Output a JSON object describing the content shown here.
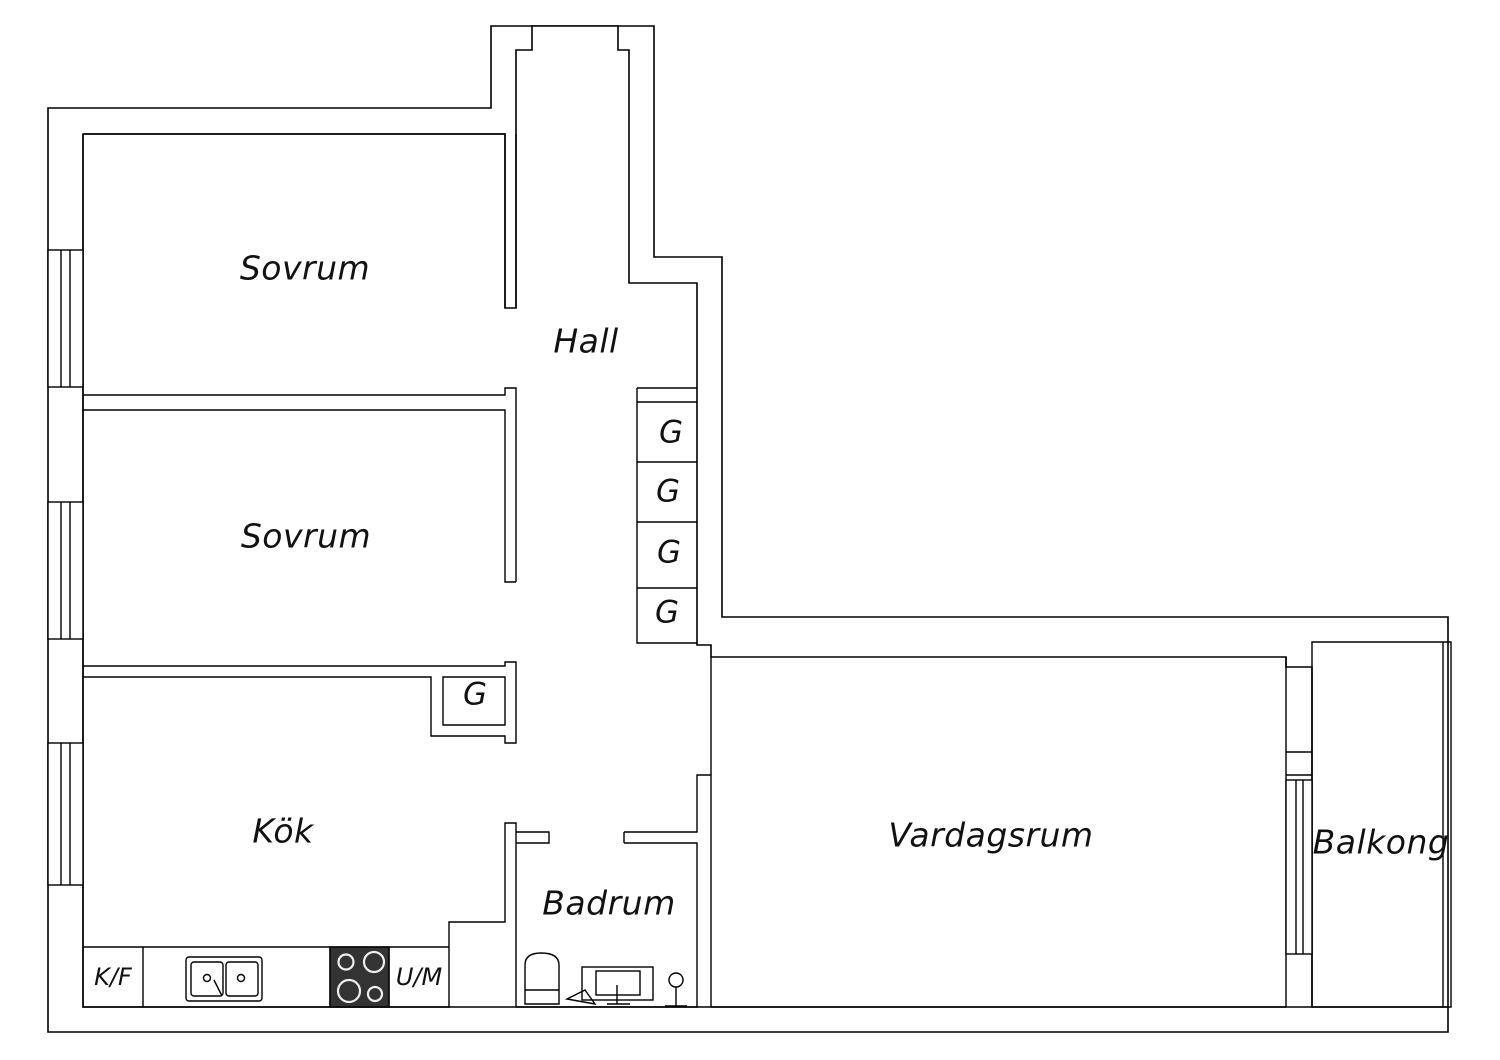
{
  "rooms": {
    "sovrum_1": "Sovrum",
    "sovrum_2": "Sovrum",
    "hall": "Hall",
    "kok": "Kök",
    "badrum": "Badrum",
    "vardagsrum": "Vardagsrum",
    "balkong": "Balkong"
  },
  "closets": {
    "g1": "G",
    "g2": "G",
    "g3": "G",
    "g4": "G",
    "g5": "G"
  },
  "appliances": {
    "fridge_freezer": "K/F",
    "oven_microwave": "U/M"
  },
  "colors": {
    "walls": "#000000",
    "background": "#ffffff",
    "stove": "#333333"
  }
}
